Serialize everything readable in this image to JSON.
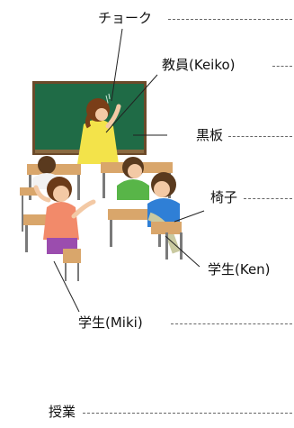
{
  "labels": {
    "chalk": "チョーク",
    "teacher": "教員(Keiko)",
    "blackboard": "黒板",
    "chair": "椅子",
    "student_ken": "学生(Ken)",
    "student_miki": "学生(Miki)",
    "lesson": "授業"
  },
  "colors": {
    "blackboard": "#1f6b46",
    "blackboard_frame": "#6b4a2a",
    "desk_top": "#d9a66b",
    "teacher_shirt": "#f3e34a",
    "ken_shirt": "#2f7fd6",
    "miki_shirt": "#f28a6a",
    "leader_line": "#222222",
    "dash_line": "#666666"
  }
}
